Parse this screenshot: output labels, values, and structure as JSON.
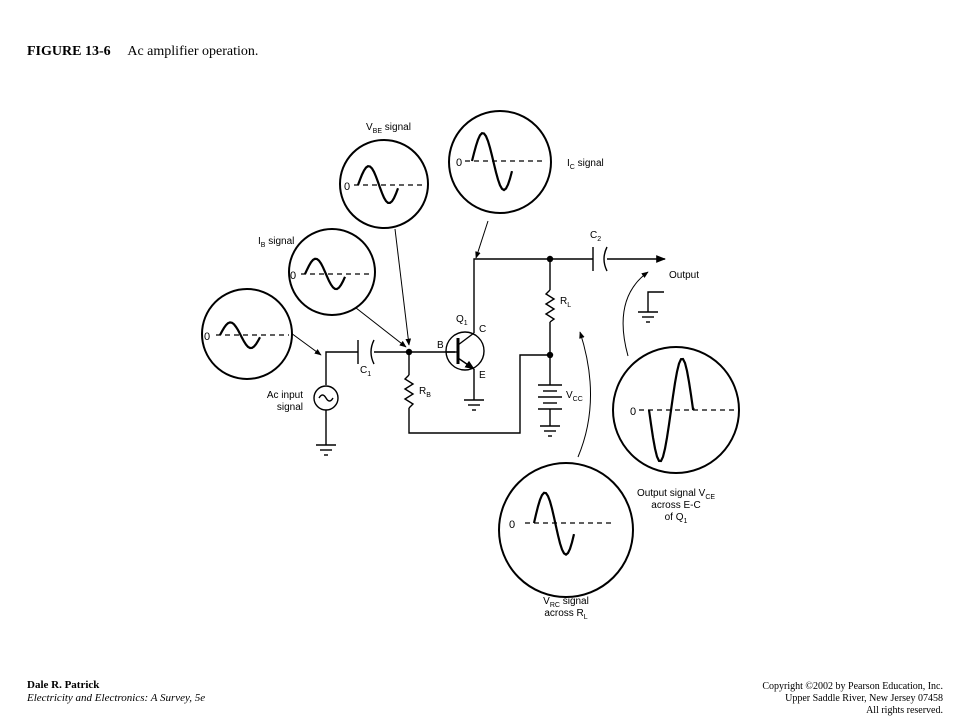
{
  "caption": {
    "figure_number": "FIGURE 13-6",
    "title": "Ac amplifier operation."
  },
  "labels": {
    "vbe": {
      "main": "V",
      "sub": "BE",
      "rest": " signal"
    },
    "ic": {
      "main": "I",
      "sub": "C",
      "rest": " signal"
    },
    "ib": {
      "main": "I",
      "sub": "B",
      "rest": " signal"
    },
    "c2": {
      "main": "C",
      "sub": "2"
    },
    "c1": {
      "main": "C",
      "sub": "1"
    },
    "q1": {
      "main": "Q",
      "sub": "1"
    },
    "rl": {
      "main": "R",
      "sub": "L"
    },
    "rb": {
      "main": "R",
      "sub": "B"
    },
    "vcc": {
      "main": "V",
      "sub": "CC"
    },
    "b": "B",
    "c": "C",
    "e": "E",
    "output": "Output",
    "ac_input_line1": "Ac input",
    "ac_input_line2": "signal",
    "out_sig_line1_main": "Output signal V",
    "out_sig_line1_sub": "CE",
    "out_sig_line2": "across E-C",
    "out_sig_line3_main": "of Q",
    "out_sig_line3_sub": "1",
    "vrc_line1_main": "V",
    "vrc_line1_sub": "RC",
    "vrc_line1_rest": " signal",
    "vrc_line2_main": "across R",
    "vrc_line2_sub": "L",
    "zero": "0"
  },
  "credits": {
    "author": "Dale R. Patrick",
    "book": "Electricity and Electronics: A Survey, 5e",
    "copyright": "Copyright ©2002 by Pearson Education, Inc.",
    "address": "Upper Saddle River, New Jersey 07458",
    "rights": "All rights reserved."
  }
}
